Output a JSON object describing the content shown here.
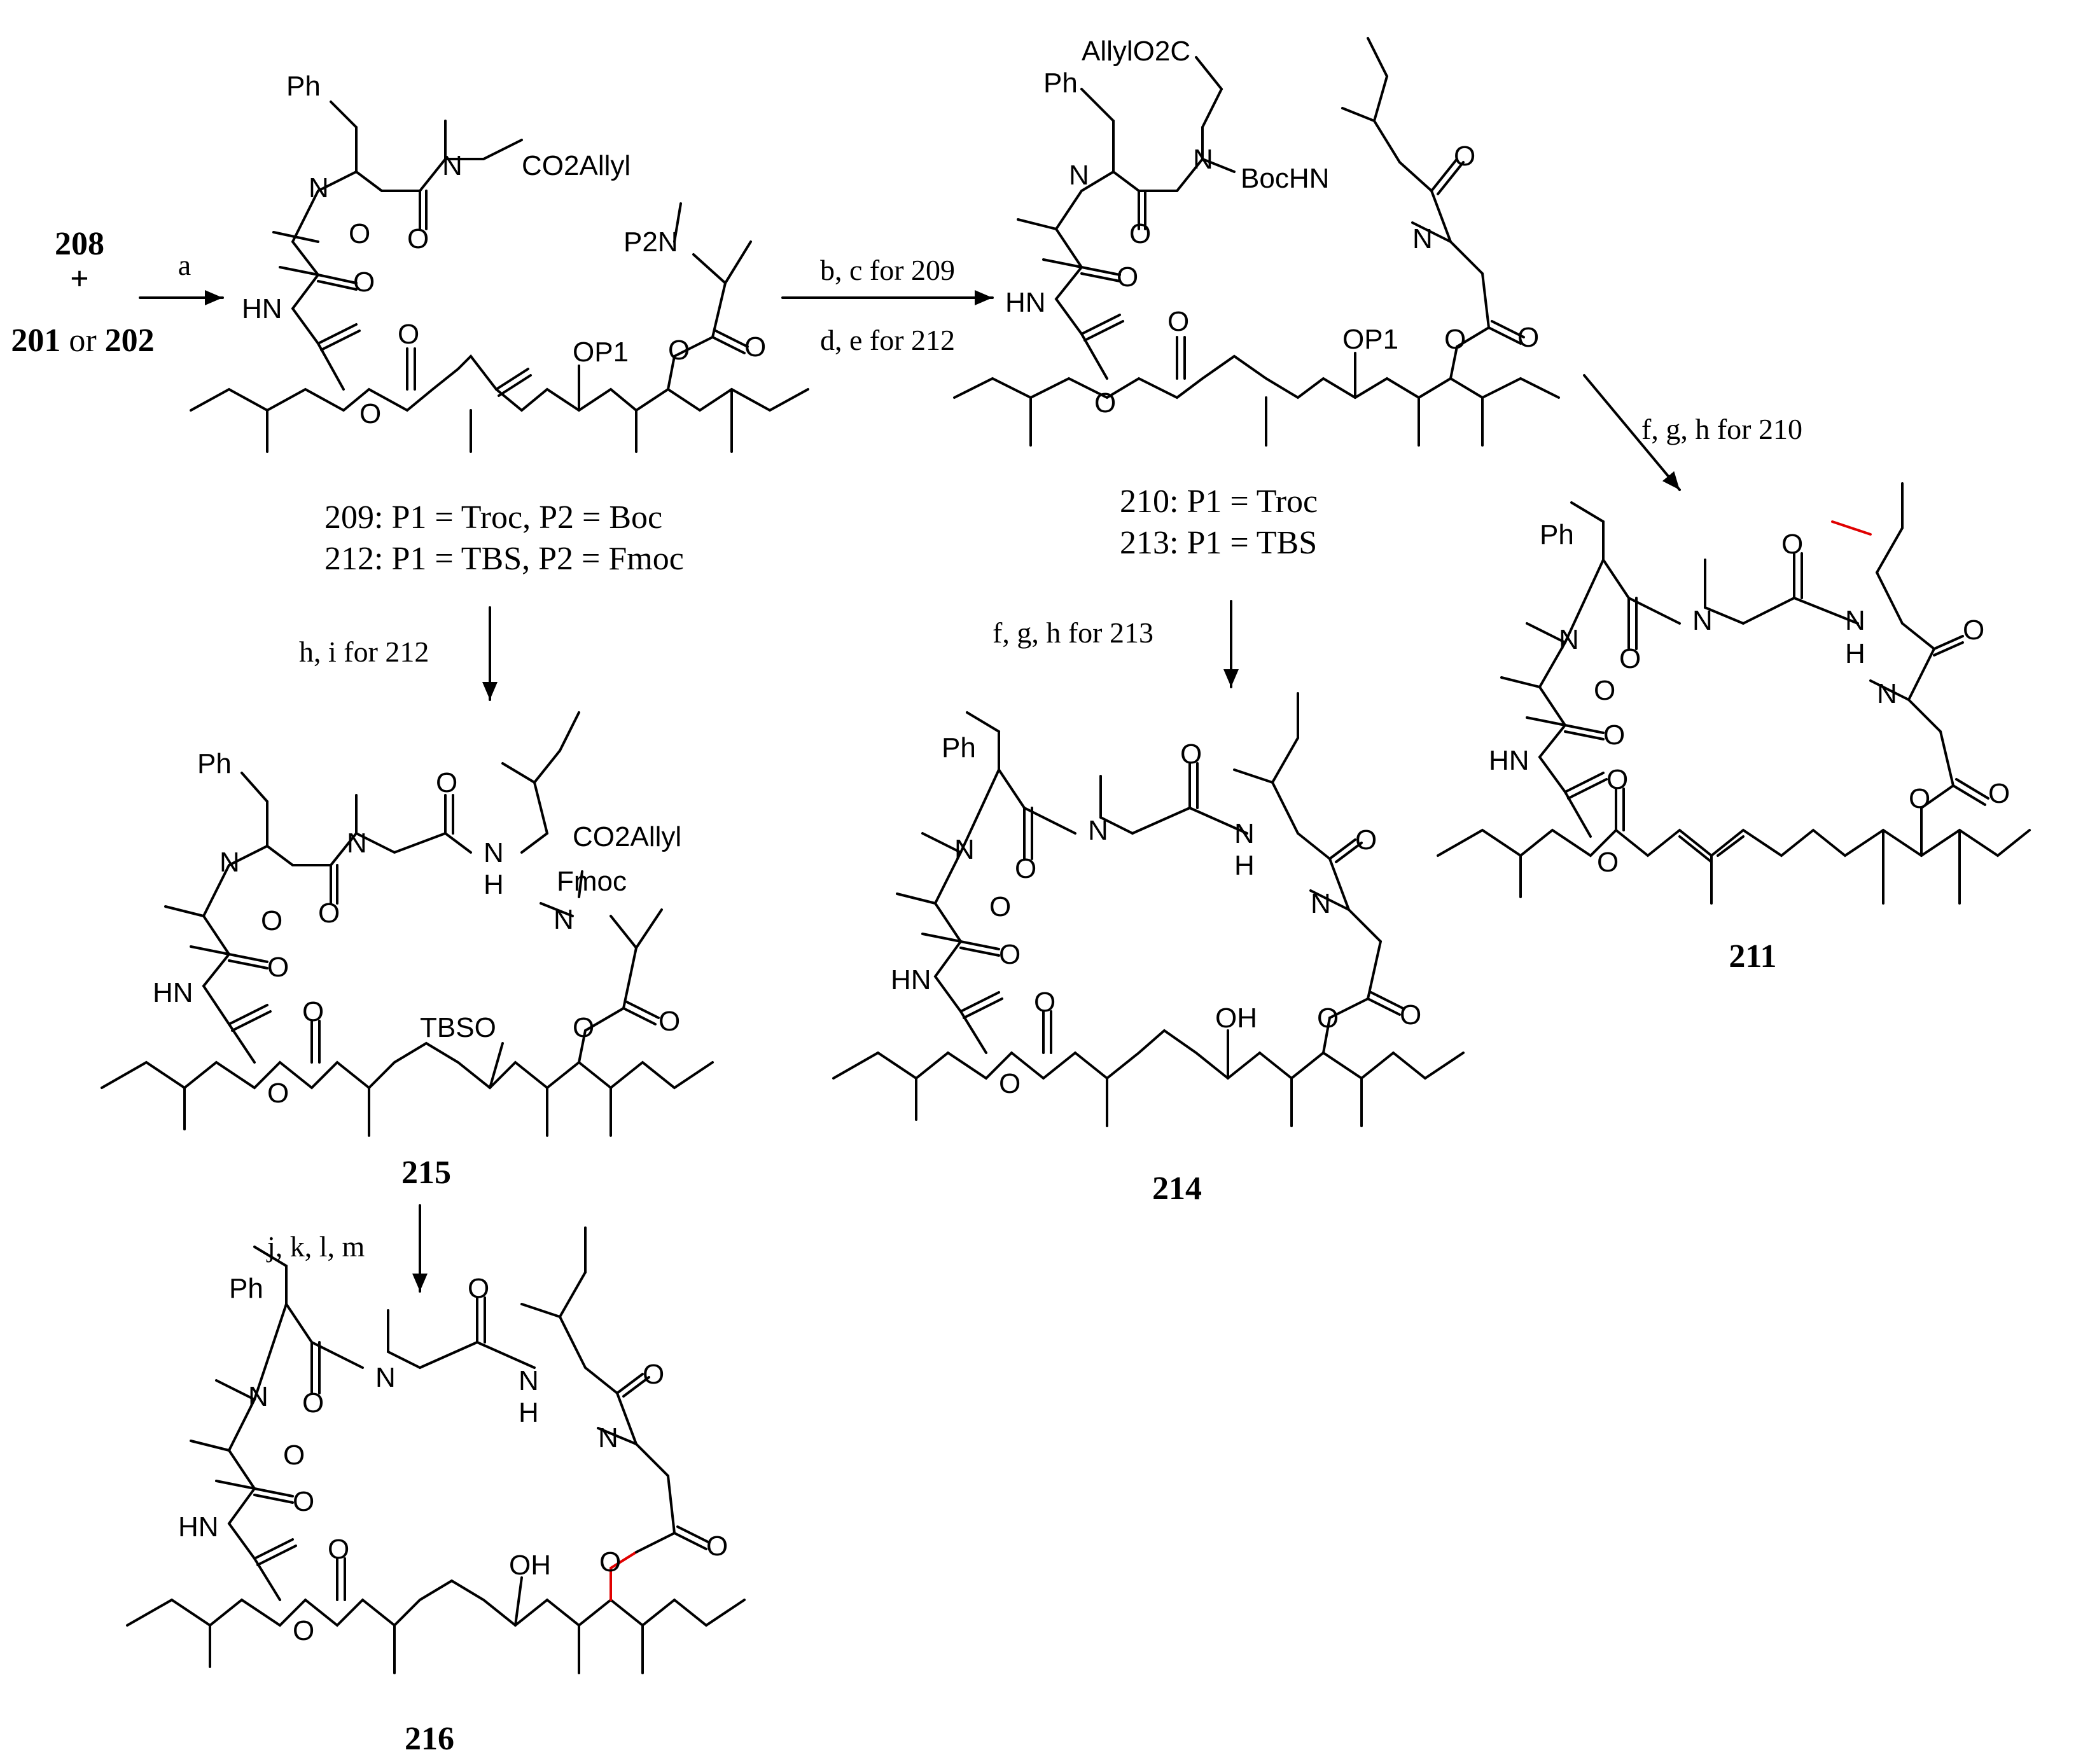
{
  "colors": {
    "ink": "#000000",
    "highlight": "#e00000"
  },
  "start": {
    "reagent": "208",
    "plus": "+",
    "alt_a": "201",
    "or": "or",
    "alt_b": "202"
  },
  "atoms": {
    "ph": "Ph",
    "n": "N",
    "o": "O",
    "hn": "HN",
    "nh_n": "N",
    "nh_h": "H",
    "co2allyl": "CO2Allyl",
    "allylo2c": "AllylO2C",
    "bochn": "BocHN",
    "op1": "OP1",
    "p2n": "P2N",
    "tbso": "TBSO",
    "fmoc": "Fmoc",
    "oh": "OH"
  },
  "conditions": {
    "a": "a",
    "bc": "b, c for 209",
    "de": "d, e for 212",
    "fgh210": "f, g, h for 210",
    "fgh213": "f, g, h for 213",
    "hi212": "h, i for 212",
    "jklm": "j, k, l, m"
  },
  "labels": {
    "l209": "209: P1 = Troc, P2 = Boc",
    "l212": "212: P1 = TBS, P2 = Fmoc",
    "l210": "210: P1 = Troc",
    "l213": "213: P1 = TBS",
    "c211": "211",
    "c214": "214",
    "c215": "215",
    "c216": "216"
  }
}
